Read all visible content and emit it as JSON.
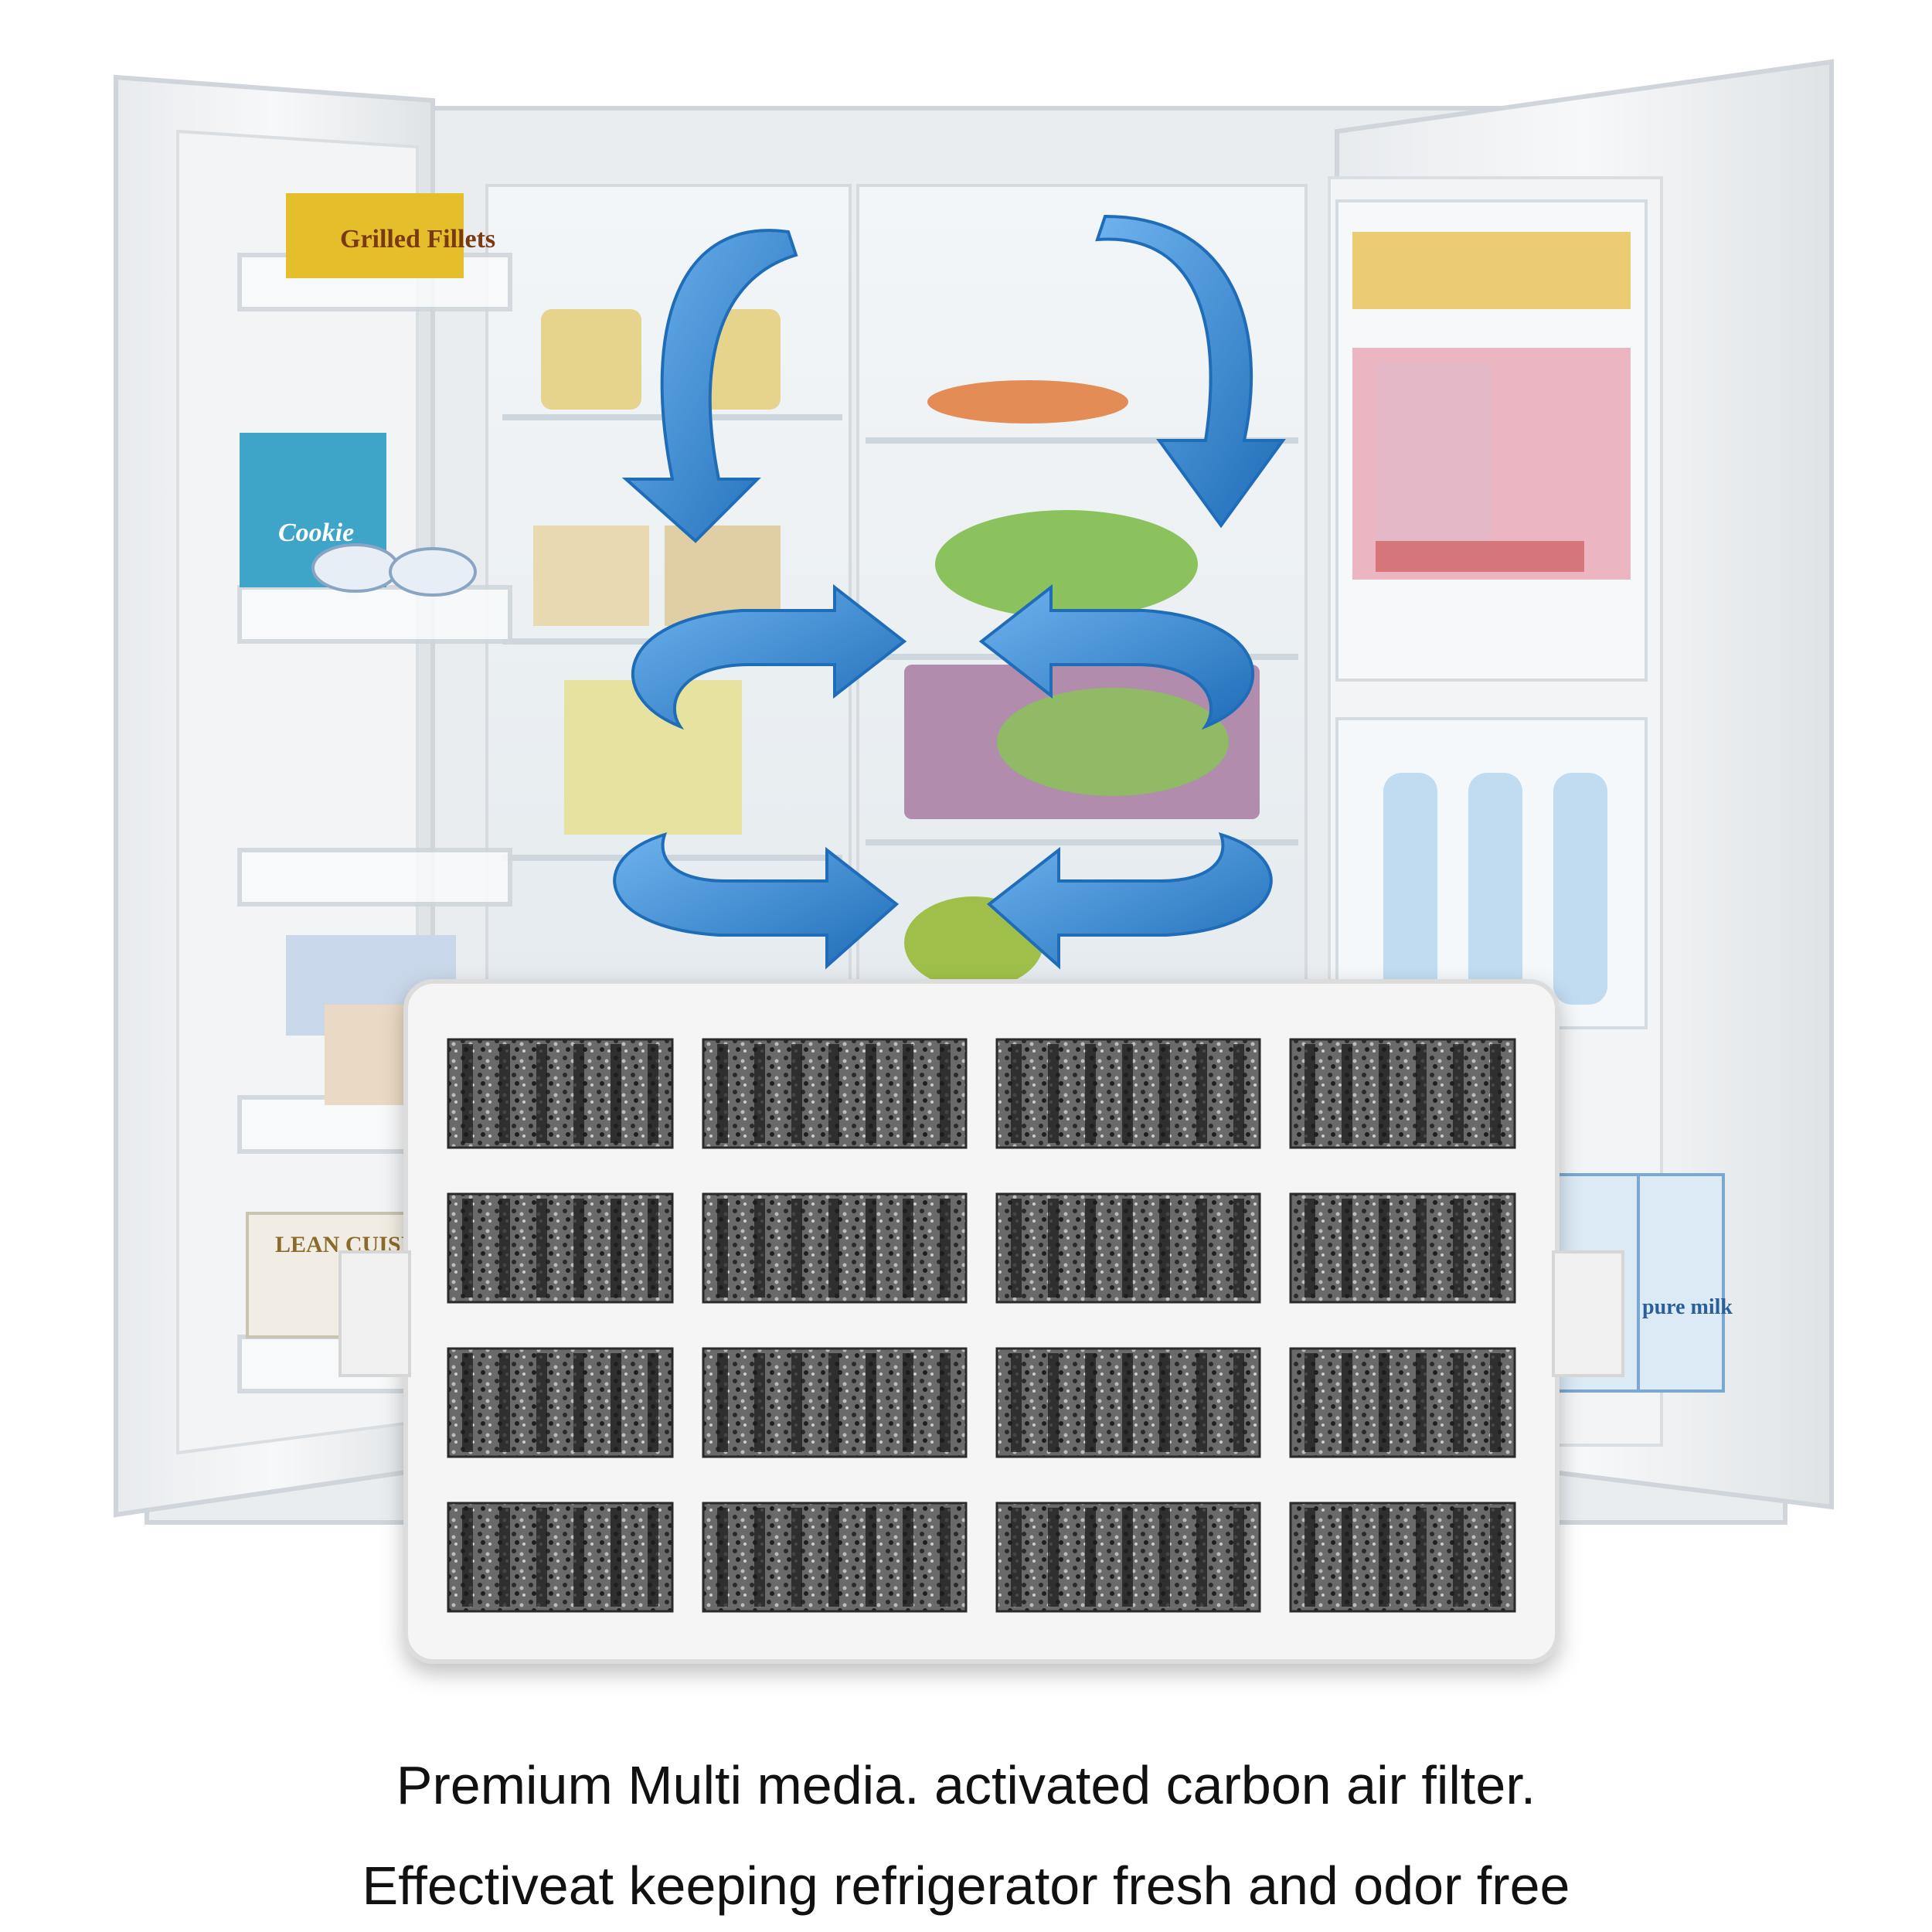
{
  "caption": {
    "line1": "Premium Multi media. activated carbon air filter.",
    "line2": "Effectiveat keeping refrigerator fresh and odor free"
  },
  "packages": {
    "grilled_fillets": "Grilled Fillets",
    "cookie": "Cookie",
    "lean_cuisine": "LEAN CUISINE",
    "pure_milk": "pure milk"
  },
  "colors": {
    "arrow": "#3a8fd8",
    "arrow_dark": "#1f6db8",
    "fridge": "#eef1f4",
    "filter_frame": "#f4f4f4",
    "carbon": "#3a3a3a"
  },
  "filter": {
    "rows": 4,
    "cols": 4
  },
  "icons": [
    "airflow-arrow-icon"
  ]
}
